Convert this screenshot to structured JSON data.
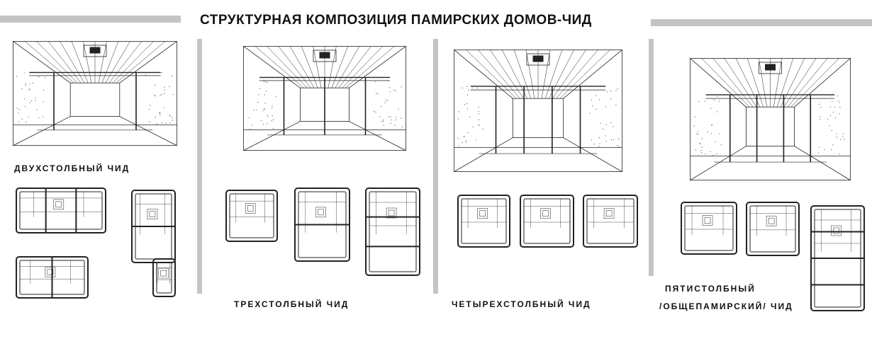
{
  "title": "СТРУКТУРНАЯ КОМПОЗИЦИЯ ПАМИРСКИХ ДОМОВ-ЧИД",
  "panels": [
    {
      "label": "ДВУХСТОЛБНЫЙ ЧИД"
    },
    {
      "label": "ТРЕХСТОЛБНЫЙ ЧИД"
    },
    {
      "label": "ЧЕТЫРЕХСТОЛБНЫЙ ЧИД"
    },
    {
      "label_line1": "ПЯТИСТОЛБНЫЙ",
      "label_line2": "/ОБЩЕПАМИРСКИЙ/ ЧИД"
    }
  ]
}
